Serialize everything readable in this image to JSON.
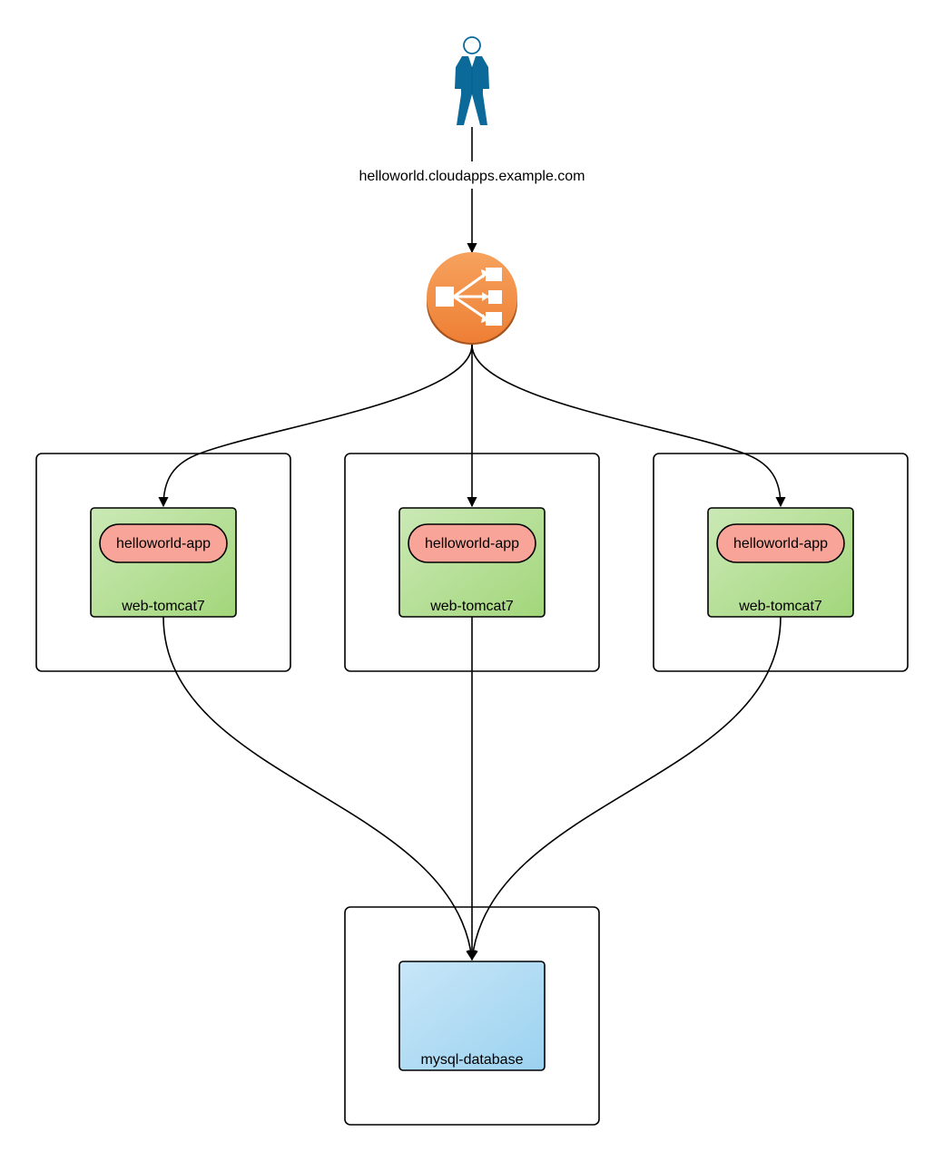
{
  "user": {
    "icon": "user-icon"
  },
  "route": {
    "hostname": "helloworld.cloudapps.example.com"
  },
  "load_balancer": {
    "icon": "load-balancer-icon"
  },
  "web_nodes": [
    {
      "container_label": "web-tomcat7",
      "app_label": "helloworld-app"
    },
    {
      "container_label": "web-tomcat7",
      "app_label": "helloworld-app"
    },
    {
      "container_label": "web-tomcat7",
      "app_label": "helloworld-app"
    }
  ],
  "database": {
    "label": "mysql-database"
  },
  "colors": {
    "user": "#0b6a9a",
    "load_balancer": "#f0883e",
    "load_balancer_dark": "#a6531e",
    "web_container_light": "#c9e7b4",
    "web_container_dark": "#a4d87c",
    "app_pill": "#f9a498",
    "db_light": "#c5e4f7",
    "db_dark": "#9dd3f0",
    "stroke": "#000000"
  }
}
